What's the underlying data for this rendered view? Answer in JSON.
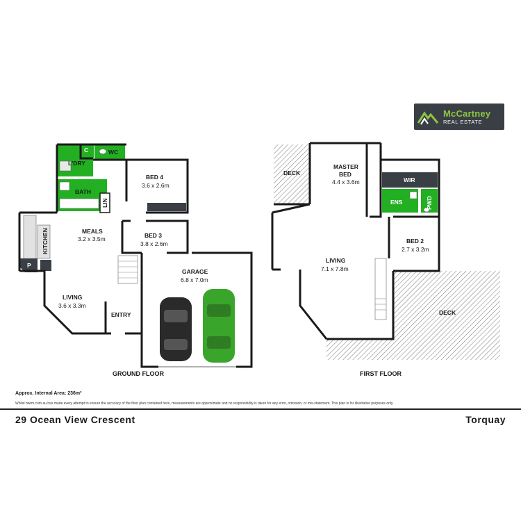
{
  "brand": {
    "name_line1": "McCartney",
    "name_line2": "REAL ESTATE"
  },
  "ground_floor": {
    "title": "GROUND FLOOR",
    "rooms": {
      "c": "C",
      "wc": "WC",
      "laundry": "L'DRY",
      "bath": "BATH",
      "lin": "LIN",
      "bed4_name": "BED 4",
      "bed4_size": "3.6 x 2.6m",
      "meals_name": "MEALS",
      "meals_size": "3.2 x 3.5m",
      "kitchen": "KITCHEN",
      "pantry": "P",
      "bed3_name": "BED 3",
      "bed3_size": "3.8 x 2.6m",
      "garage_name": "GARAGE",
      "garage_size": "6.8 x 7.0m",
      "living_name": "LIVING",
      "living_size": "3.6 x 3.3m",
      "entry": "ENTRY"
    }
  },
  "first_floor": {
    "title": "FIRST FLOOR",
    "rooms": {
      "deck_small": "DECK",
      "master_name": "MASTER",
      "master_name2": "BED",
      "master_size": "4.4 x 3.6m",
      "wir": "WIR",
      "ens": "ENS",
      "pwd": "PWD",
      "bed2_name": "BED 2",
      "bed2_size": "2.7 x 3.2m",
      "living_name": "LIVING",
      "living_size": "7.1 x 7.8m",
      "deck_large": "DECK"
    }
  },
  "footer": {
    "area": "Approx. Internal Area: 236m²",
    "disclaimer": "Whilst bwrm.com.au has made every attempt to ensure the accuracy of the floor plan contained here, measurements are approximate and no responsibility is taken for any error, omission, or mis-statement. This plan is for illustrative purposes only.",
    "address": "29 Ocean View Crescent",
    "suburb": "Torquay"
  },
  "colors": {
    "wet_area": "#22b022",
    "wall": "#1a1a1a",
    "logo_bg": "#3a3f45",
    "accent": "#8cc63f",
    "car_dark": "#2a2a2a",
    "car_green": "#3aa52b"
  }
}
